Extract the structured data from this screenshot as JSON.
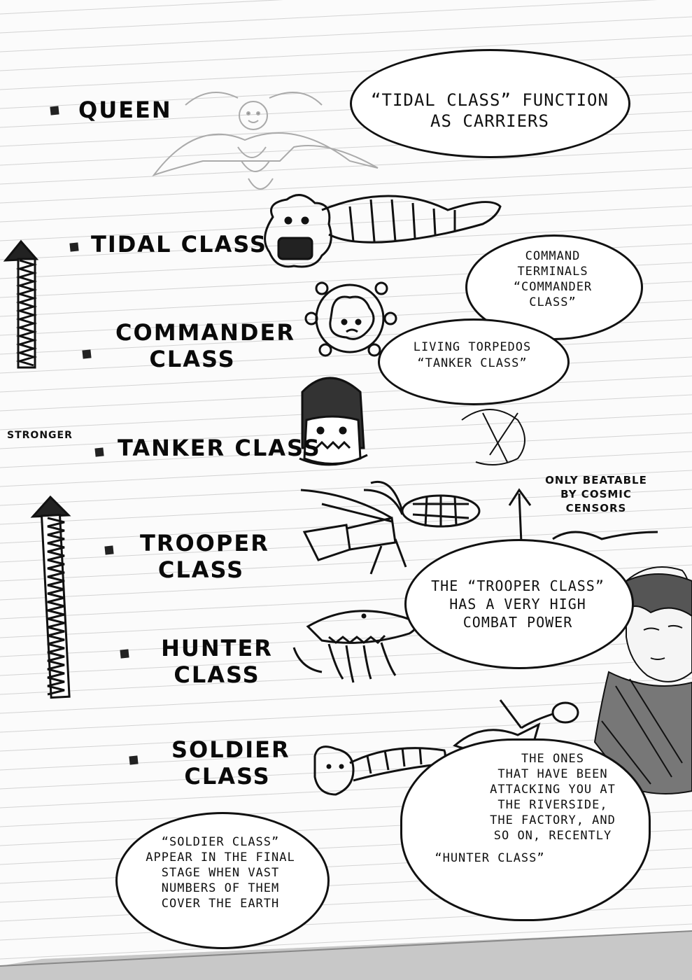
{
  "ranks": {
    "queen": "QUEEN",
    "tidal": "TIDAL CLASS",
    "commander_1": "COMMANDER",
    "commander_2": "CLASS",
    "tanker": "TANKER CLASS",
    "trooper_1": "TROOPER",
    "trooper_2": "CLASS",
    "hunter_1": "HUNTER",
    "hunter_2": "CLASS",
    "soldier_1": "SOLDIER",
    "soldier_2": "CLASS"
  },
  "notes": {
    "stronger": "STRONGER",
    "beatable_1": "ONLY BEATABLE",
    "beatable_2": "BY COSMIC",
    "beatable_3": "CENSORS"
  },
  "bubbles": {
    "tidal_1": "“TIDAL CLASS” FUNCTION",
    "tidal_2": "AS CARRIERS",
    "commander_1": "COMMAND",
    "commander_2": "TERMINALS",
    "commander_3": "“COMMANDER",
    "commander_4": "CLASS”",
    "tanker_1": "LIVING TORPEDOS",
    "tanker_2": "“TANKER CLASS”",
    "trooper_1": "THE “TROOPER CLASS”",
    "trooper_2": "HAS A VERY HIGH",
    "trooper_3": "COMBAT POWER",
    "hunter_1": "THE ONES",
    "hunter_2": "THAT HAVE BEEN",
    "hunter_3": "ATTACKING YOU AT",
    "hunter_4": "THE RIVERSIDE,",
    "hunter_5": "THE FACTORY, AND",
    "hunter_6": "SO ON, RECENTLY",
    "hunter_7": "“HUNTER CLASS”",
    "soldier_1": "“SOLDIER CLASS”",
    "soldier_2": "APPEAR IN THE FINAL",
    "soldier_3": "STAGE WHEN VAST",
    "soldier_4": "NUMBERS OF THEM",
    "soldier_5": "COVER THE EARTH"
  }
}
